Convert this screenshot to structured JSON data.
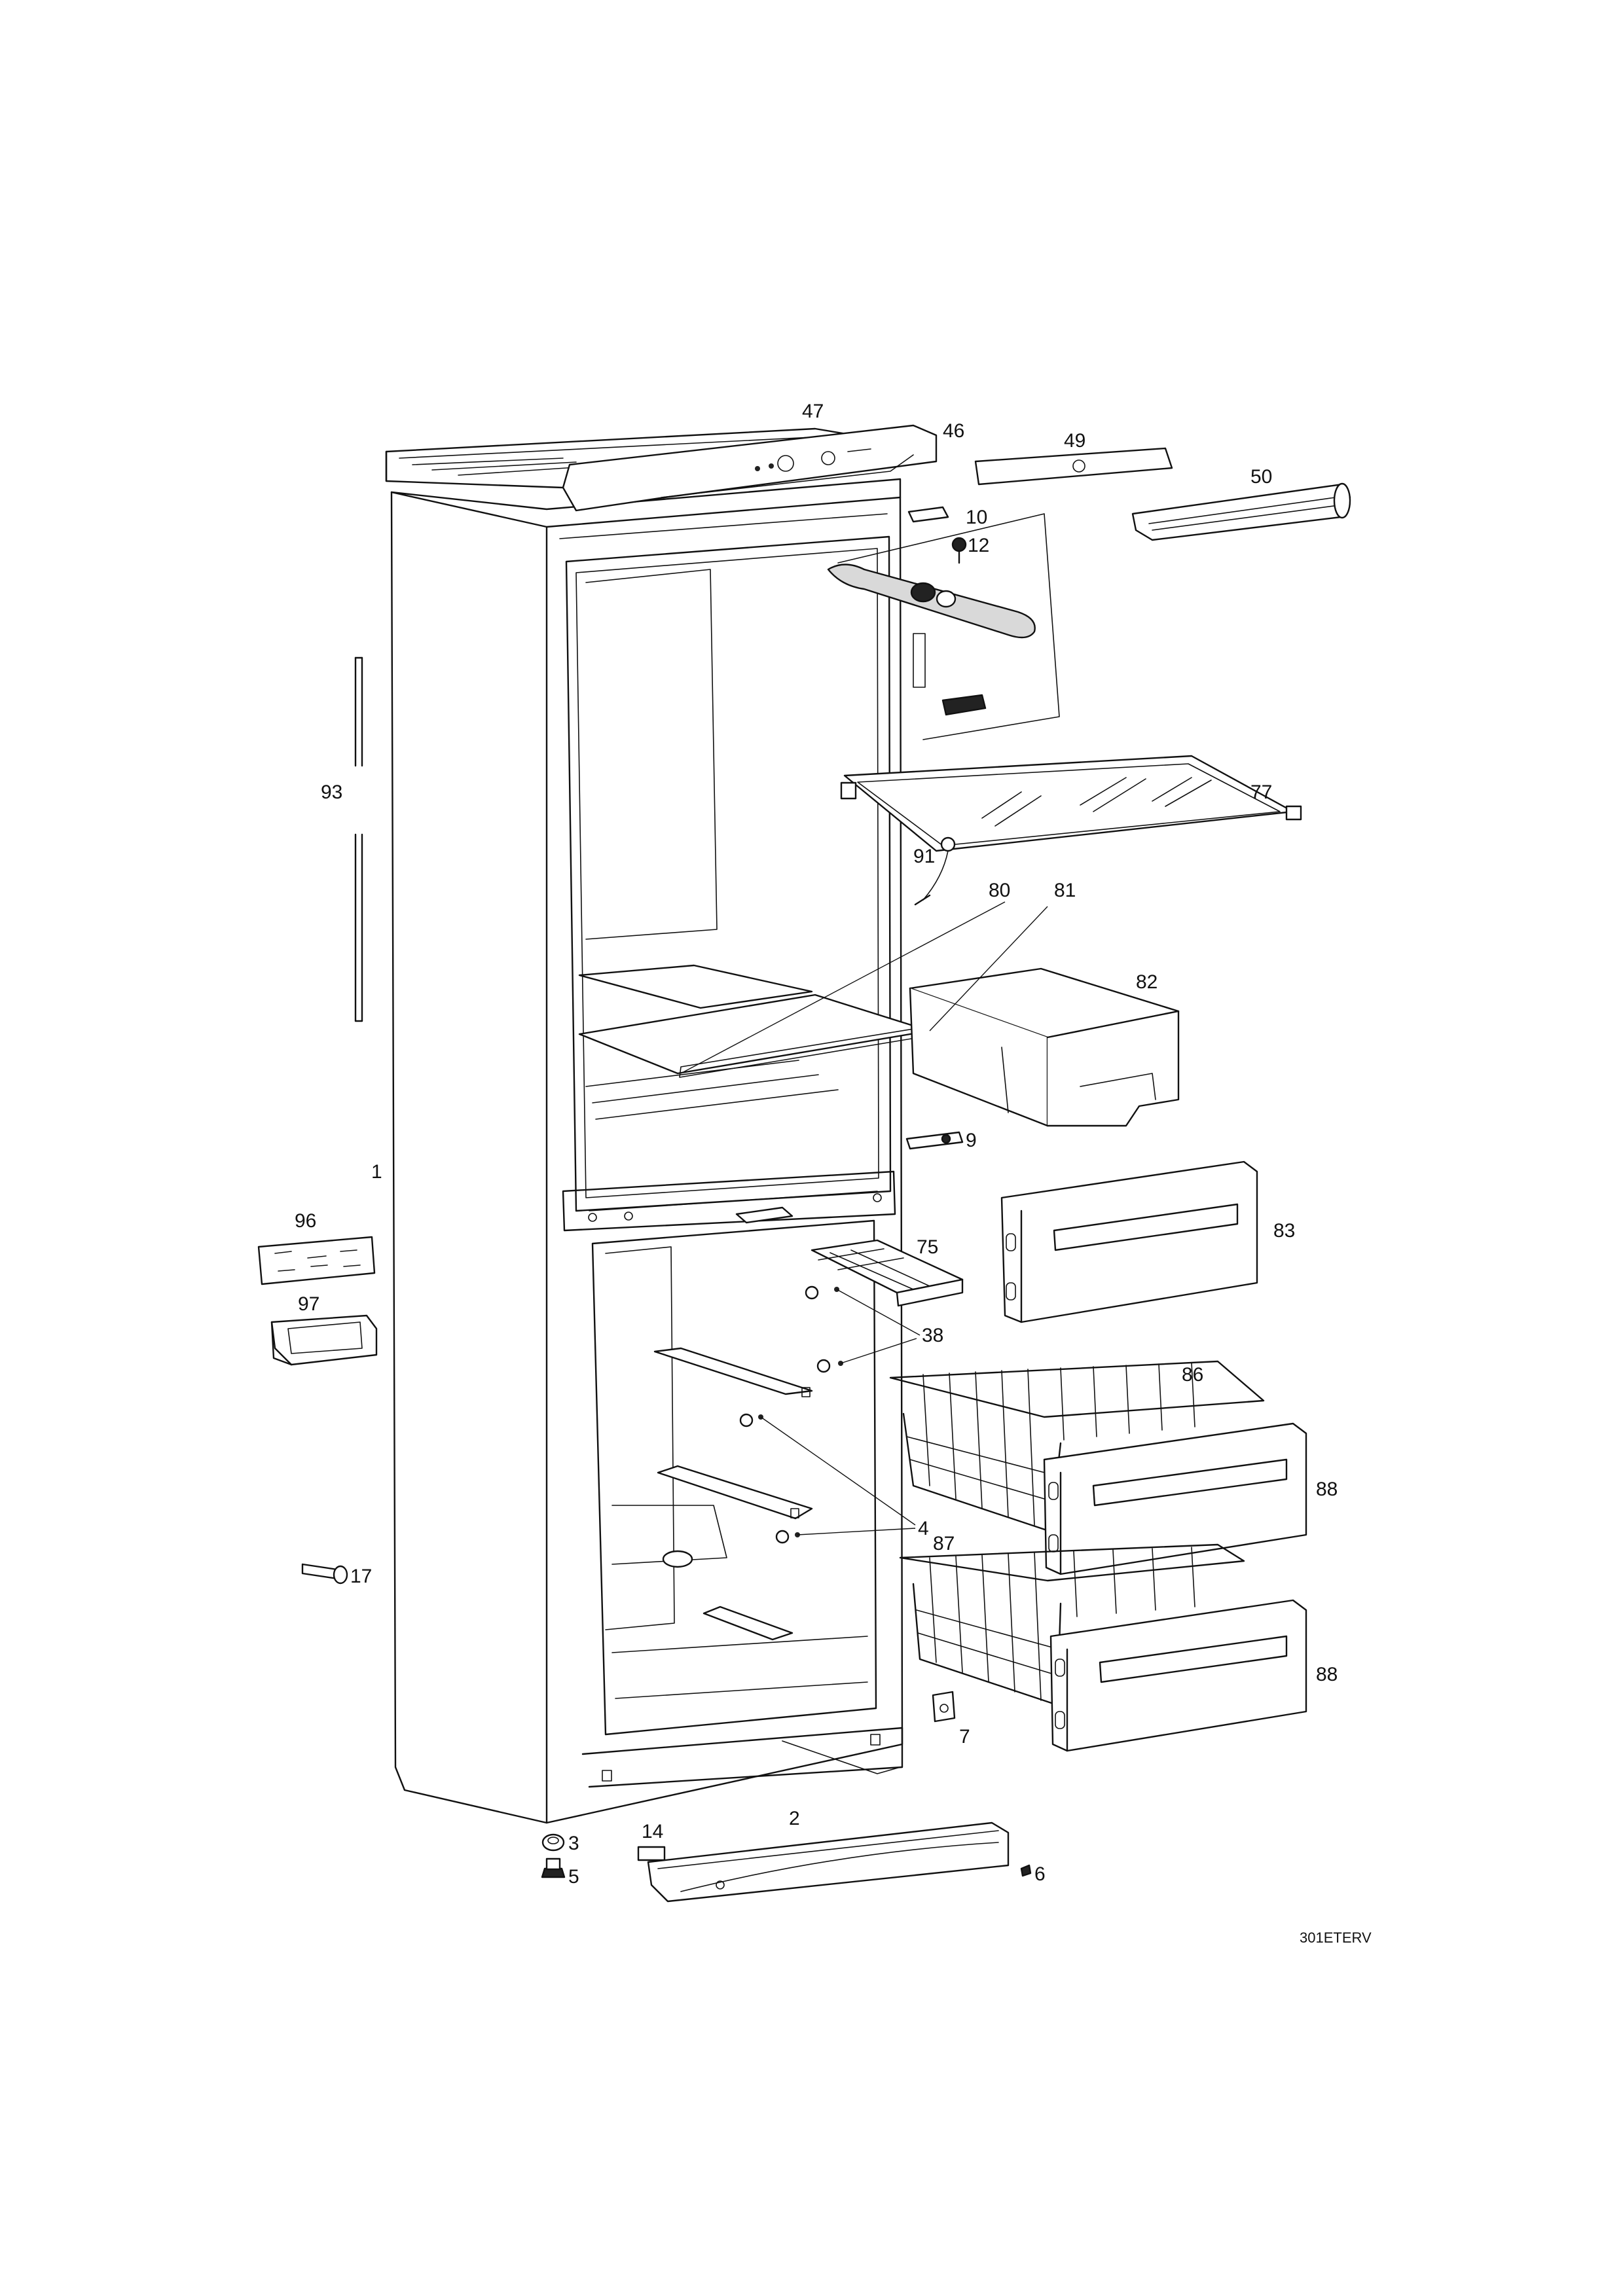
{
  "labels": {
    "p1": "1",
    "p2": "2",
    "p3": "3",
    "p4": "4",
    "p5": "5",
    "p6": "6",
    "p7": "7",
    "p9": "9",
    "p10": "10",
    "p12": "12",
    "p14": "14",
    "p17": "17",
    "p38": "38",
    "p46": "46",
    "p47": "47",
    "p49": "49",
    "p50": "50",
    "p75": "75",
    "p77": "77",
    "p80": "80",
    "p81": "81",
    "p82": "82",
    "p83": "83",
    "p86": "86",
    "p87": "87",
    "p88a": "88",
    "p88b": "88",
    "p91": "91",
    "p93": "93",
    "p96": "96",
    "p97": "97"
  },
  "document_code": "301ETERV"
}
